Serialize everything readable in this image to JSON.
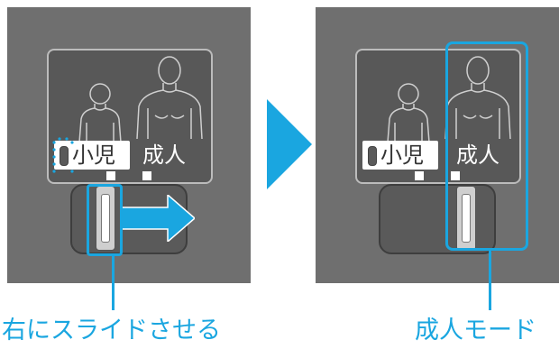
{
  "left_panel": {
    "child_label": "小児",
    "adult_label": "成人",
    "caption": "右にスライドさせる"
  },
  "right_panel": {
    "child_label": "小児",
    "adult_label": "成人",
    "caption": "成人モード"
  },
  "colors": {
    "panel": "#6f6f6f",
    "screen": "#585858",
    "accent": "#1aa6e0"
  }
}
